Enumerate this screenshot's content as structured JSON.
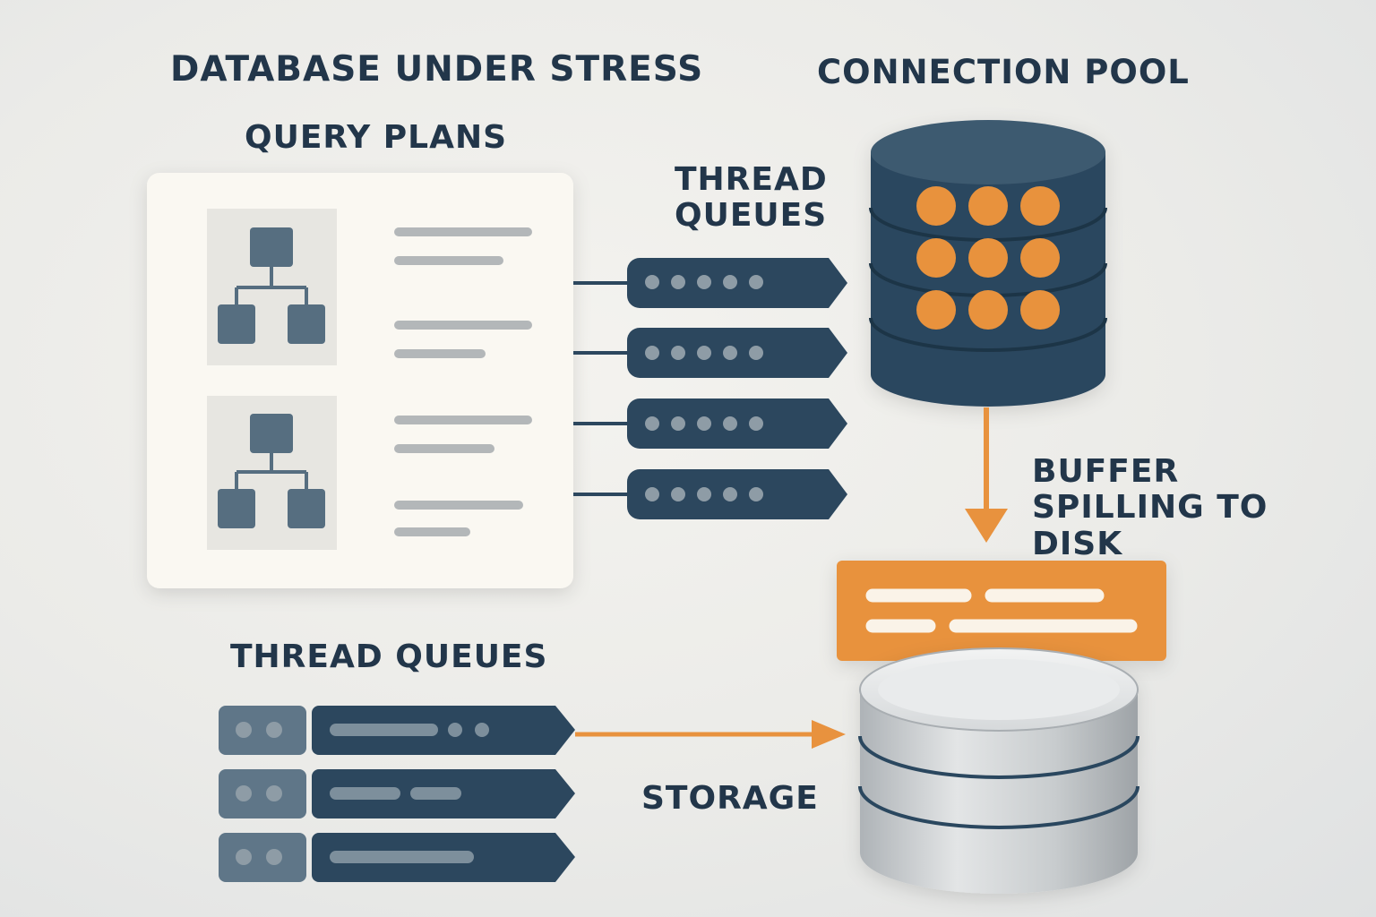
{
  "labels": {
    "title": "DATABASE UNDER STRESS",
    "query_plans": "QUERY PLANS",
    "connection_pool": "CONNECTION POOL",
    "thread_queues_top": [
      "THREAD",
      "QUEUES"
    ],
    "buffer": [
      "BUFFER",
      "SPILLING TO",
      "DISK"
    ],
    "thread_queues_bottom": "THREAD QUEUES",
    "storage": "STORAGE"
  },
  "colors": {
    "navy": "#2c475e",
    "orange": "#e8923e",
    "panel": "#faf8f2",
    "tile": "#e7e6e1",
    "line_gray": "#b3b7b9",
    "storage_gray": "#bfc3c6",
    "text": "#22364a"
  },
  "icons": {
    "plan_tree": "hierarchy-icon",
    "db": "database-icon",
    "queue": "queue-arrow-icon"
  }
}
